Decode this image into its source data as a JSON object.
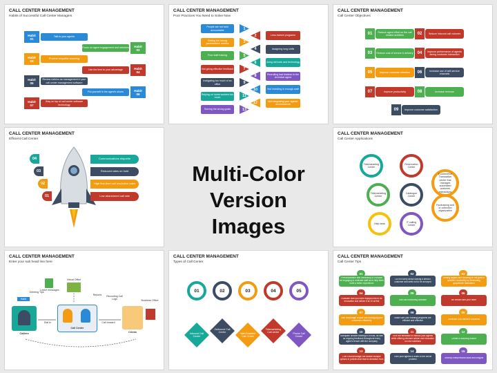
{
  "center_title": [
    "Multi-Color",
    "Version Images"
  ],
  "colors": {
    "green": "#4caf50",
    "orange": "#f39c12",
    "navy": "#3b4c63",
    "red": "#c0392b",
    "blue": "#2a8ad8",
    "teal": "#18a89a",
    "purple": "#7e57c2",
    "yellow": "#f4c20d"
  },
  "slides": [
    {
      "title": "CALL CENTER MANAGEMENT",
      "subtitle": "Habits of Successful Call Center Managers",
      "habits_left": [
        {
          "label": "Habit",
          "num": "01",
          "text": "Talk to your agents"
        },
        {
          "label": "Habit",
          "num": "03",
          "text": "Practice empathic coaching"
        },
        {
          "label": "Habit",
          "num": "05",
          "text": "Review metrics as management in your call center management software"
        },
        {
          "label": "Habit",
          "num": "07",
          "text": "Stay on top of call center software technology"
        }
      ],
      "habits_right": [
        {
          "label": "Habit",
          "num": "02",
          "text": "Focus on agent engagement and retention"
        },
        {
          "label": "Habit",
          "num": "04",
          "text": "Use the time to your advantage"
        },
        {
          "label": "Habit",
          "num": "06",
          "text": "Put yourself in the agent's shoes"
        }
      ]
    },
    {
      "title": "CALL CENTER MANAGEMENT",
      "subtitle": "Poor Practices You Need to Solve Now",
      "left": [
        {
          "num": "1",
          "text": "People are not held accountable"
        },
        {
          "num": "3",
          "text": "Setting too strong performance metrics"
        },
        {
          "num": "5",
          "text": "Poor staff training"
        },
        {
          "num": "7",
          "text": "Not giving effective feedback"
        },
        {
          "num": "9",
          "text": "Instigating too much of an office"
        },
        {
          "num": "11",
          "text": "Relying on home workers too much"
        },
        {
          "num": "13",
          "text": "Solving the wrong goals"
        }
      ],
      "right": [
        {
          "num": "2",
          "text": "Less-trained programs"
        },
        {
          "num": "4",
          "text": "Assigning long shifts"
        },
        {
          "num": "6",
          "text": "Using old tools and technology"
        },
        {
          "num": "8",
          "text": "Recruiting bad leaders to the technical agent"
        },
        {
          "num": "10",
          "text": "Not investing in enough staff"
        },
        {
          "num": "12",
          "text": "Not integrating your agents' environments"
        }
      ]
    },
    {
      "title": "CALL CENTER MANAGEMENT",
      "subtitle": "Call Center Objectives",
      "objectives": [
        {
          "num": "01",
          "text": "Reduce agent effort on the call related activities"
        },
        {
          "num": "02",
          "text": "Reduce inbound call volumes"
        },
        {
          "num": "03",
          "text": "Reduce cost of service & delivery"
        },
        {
          "num": "04",
          "text": "Improve performance of agents during customer interaction"
        },
        {
          "num": "05",
          "text": "Improve customer retention"
        },
        {
          "num": "06",
          "text": "Increase use of self-service channels"
        },
        {
          "num": "07",
          "text": "Improve productivity"
        },
        {
          "num": "08",
          "text": "Increase revenue"
        },
        {
          "num": "09",
          "text": "Improve customer satisfaction"
        }
      ]
    },
    {
      "title": "CALL CENTER MANAGEMENT",
      "subtitle": "Efficient Call Center",
      "items": [
        {
          "num": "04",
          "text": "Communications etiquette"
        },
        {
          "num": "03",
          "text": "Reduced rates on hold"
        },
        {
          "num": "02",
          "text": "High first-time call resolution rates"
        },
        {
          "num": "01",
          "text": "Low abandoned call rate"
        }
      ]
    },
    {
      "title": "CALL CENTER MANAGEMENT",
      "subtitle": "Call Center Applications",
      "apps": [
        {
          "text": "Telemarketing Center"
        },
        {
          "text": "Reservation Center"
        },
        {
          "text": "E-commerce Transaction center that manages automated customer interactions"
        },
        {
          "text": "Telemarketing Center"
        },
        {
          "text": "Catalogue Center"
        },
        {
          "text": "Fundraising and or collection organization"
        },
        {
          "text": "Help desk"
        },
        {
          "text": "IT calling Center"
        }
      ]
    },
    {
      "title": "CALL CENTER MANAGEMENT",
      "subtitle": "Enter your sub head line here",
      "labels": {
        "callers": "Callers",
        "habit": "Habit",
        "greeting": "Greeting Tips",
        "leave": "Leave messages",
        "virtual": "Virtual Office",
        "reports": "Reports",
        "recording": "Recording Call Logs",
        "business": "Business Office",
        "dial_in": "Dial In",
        "call_center": "Call Center",
        "call_forward": "Call forward",
        "clients": "Clients"
      }
    },
    {
      "title": "CALL CENTER MANAGEMENT",
      "subtitle": "Types of Call Center",
      "types": [
        {
          "num": "01",
          "text": "Inbound Call Center"
        },
        {
          "num": "02",
          "text": "Outbound Call Center"
        },
        {
          "num": "03",
          "text": "Web Enabled Call Center"
        },
        {
          "num": "04",
          "text": "Telemarketing Call center"
        },
        {
          "num": "05",
          "text": "Phone Call Center"
        }
      ]
    },
    {
      "title": "CALL CENTER MANAGEMENT",
      "subtitle": "Call Center Tips",
      "tips": [
        {
          "num": "01",
          "text": "Personalization and ownership of it should be engaging to motivate staff as to help them build a better experience"
        },
        {
          "num": "02",
          "text": "Do not worry about looking a difficult customer and seek not to be annoyed"
        },
        {
          "num": "03",
          "text": "Setting targets and focusing on the goal of qualified availability by eliminating grapefruits' instruction"
        },
        {
          "num": "04",
          "text": "Evaluate how you have enjoyed first to be innovative and deliver it at 10 at first"
        },
        {
          "num": "05",
          "text": "Use call monitoring software"
        },
        {
          "num": "06",
          "text": "Be certain with your team"
        },
        {
          "num": "07",
          "text": "Take advantage of your self-managing your customers efficiently"
        },
        {
          "num": "08",
          "text": "Make sure your training programs are efficient and effective"
        },
        {
          "num": "09",
          "text": "Generate cost effective solutions"
        },
        {
          "num": "10",
          "text": "Adequate uniform training is a must, as well as ongoing feedback throughout every agent's tenure with the company"
        },
        {
          "num": "11",
          "text": "Give the feedback to instruct your agents while offering relevant advice and education on new solutions"
        },
        {
          "num": "12",
          "text": "Create a coaching culture"
        },
        {
          "num": "13",
          "text": "Don't micromanage but handle multiple options in policies that lead to deviation from"
        },
        {
          "num": "14",
          "text": "Train your agents to listen to the whole problem"
        },
        {
          "num": "15",
          "text": "Develop interpersonal skills and insights"
        }
      ]
    }
  ]
}
